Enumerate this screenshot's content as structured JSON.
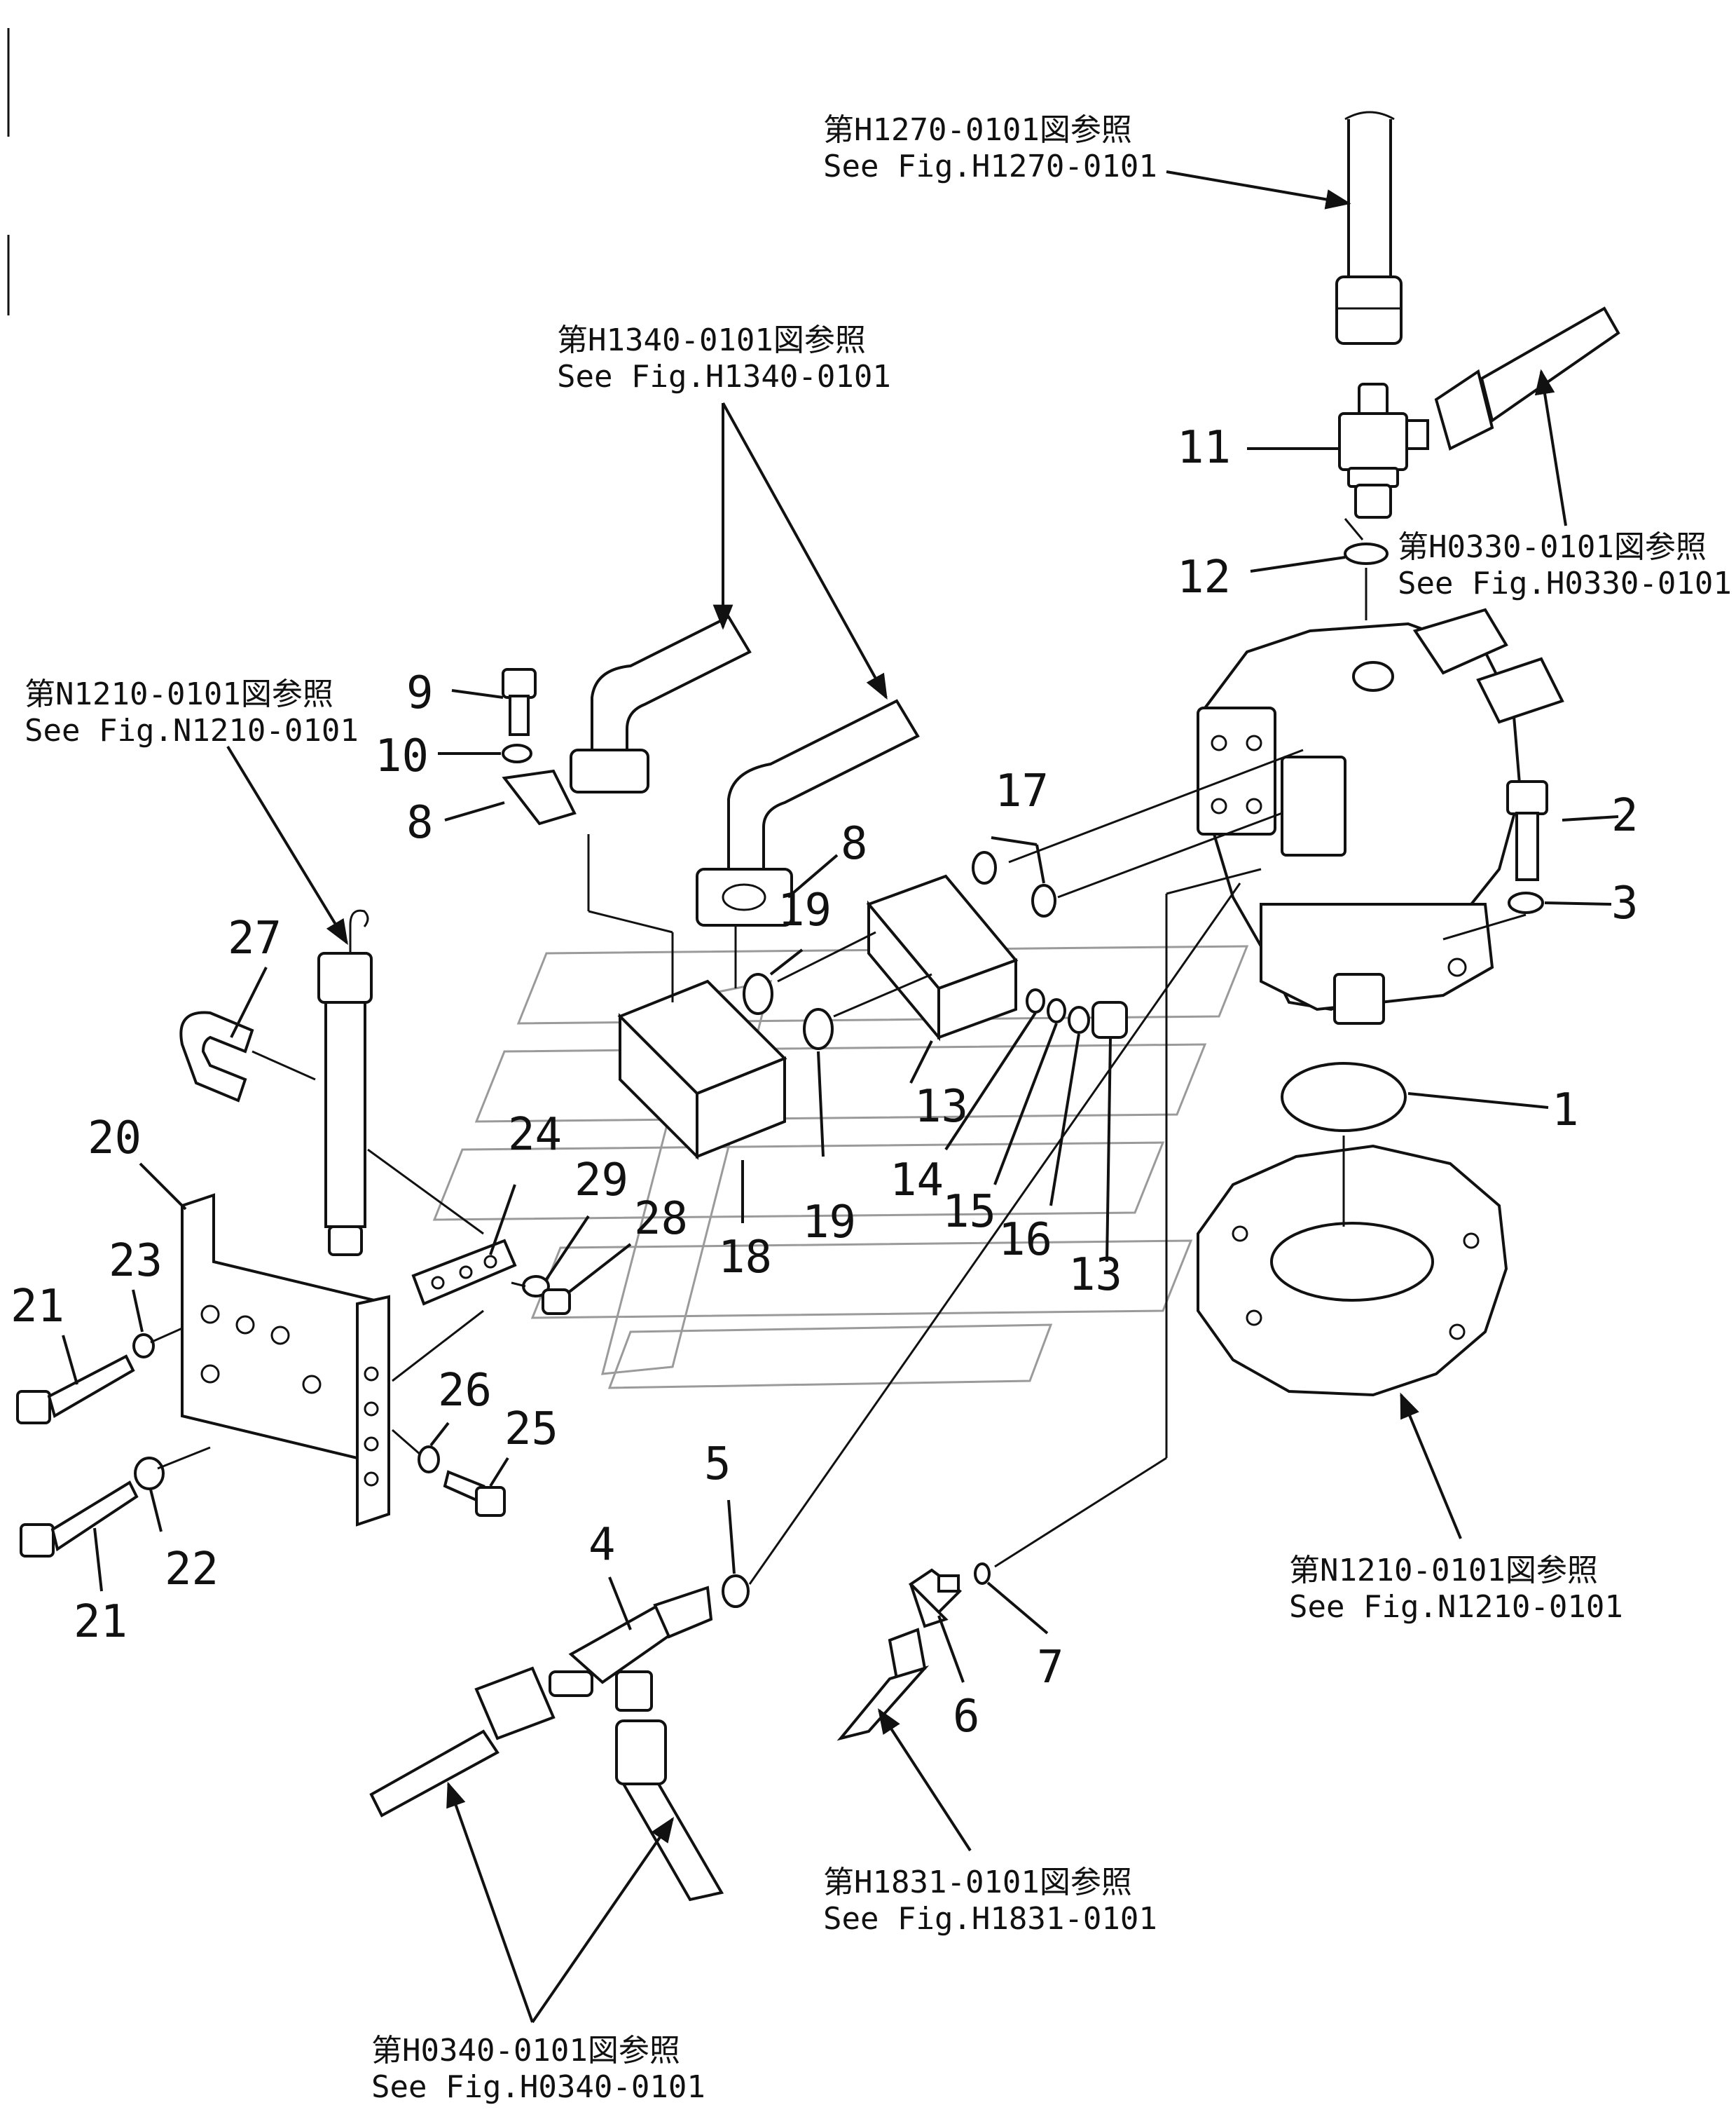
{
  "references": [
    {
      "id": "h1270",
      "jp": "第H1270-0101図参照",
      "en": "See Fig.H1270-0101"
    },
    {
      "id": "h1340",
      "jp": "第H1340-0101図参照",
      "en": "See Fig.H1340-0101"
    },
    {
      "id": "n1210a",
      "jp": "第N1210-0101図参照",
      "en": "See Fig.N1210-0101"
    },
    {
      "id": "h0330",
      "jp": "第H0330-0101図参照",
      "en": "See Fig.H0330-0101"
    },
    {
      "id": "n1210b",
      "jp": "第N1210-0101図参照",
      "en": "See Fig.N1210-0101"
    },
    {
      "id": "h1831",
      "jp": "第H1831-0101図参照",
      "en": "See Fig.H1831-0101"
    },
    {
      "id": "h0340",
      "jp": "第H0340-0101図参照",
      "en": "See Fig.H0340-0101"
    }
  ],
  "parts": {
    "p1": "1",
    "p2": "2",
    "p3": "3",
    "p4": "4",
    "p5": "5",
    "p6": "6",
    "p7": "7",
    "p8a": "8",
    "p8b": "8",
    "p9": "9",
    "p10": "10",
    "p11": "11",
    "p12": "12",
    "p13a": "13",
    "p13b": "13",
    "p14": "14",
    "p15": "15",
    "p16": "16",
    "p17": "17",
    "p18": "18",
    "p19a": "19",
    "p19b": "19",
    "p20": "20",
    "p21a": "21",
    "p21b": "21",
    "p22": "22",
    "p23": "23",
    "p24": "24",
    "p25": "25",
    "p26": "26",
    "p27": "27",
    "p28": "28",
    "p29": "29"
  }
}
